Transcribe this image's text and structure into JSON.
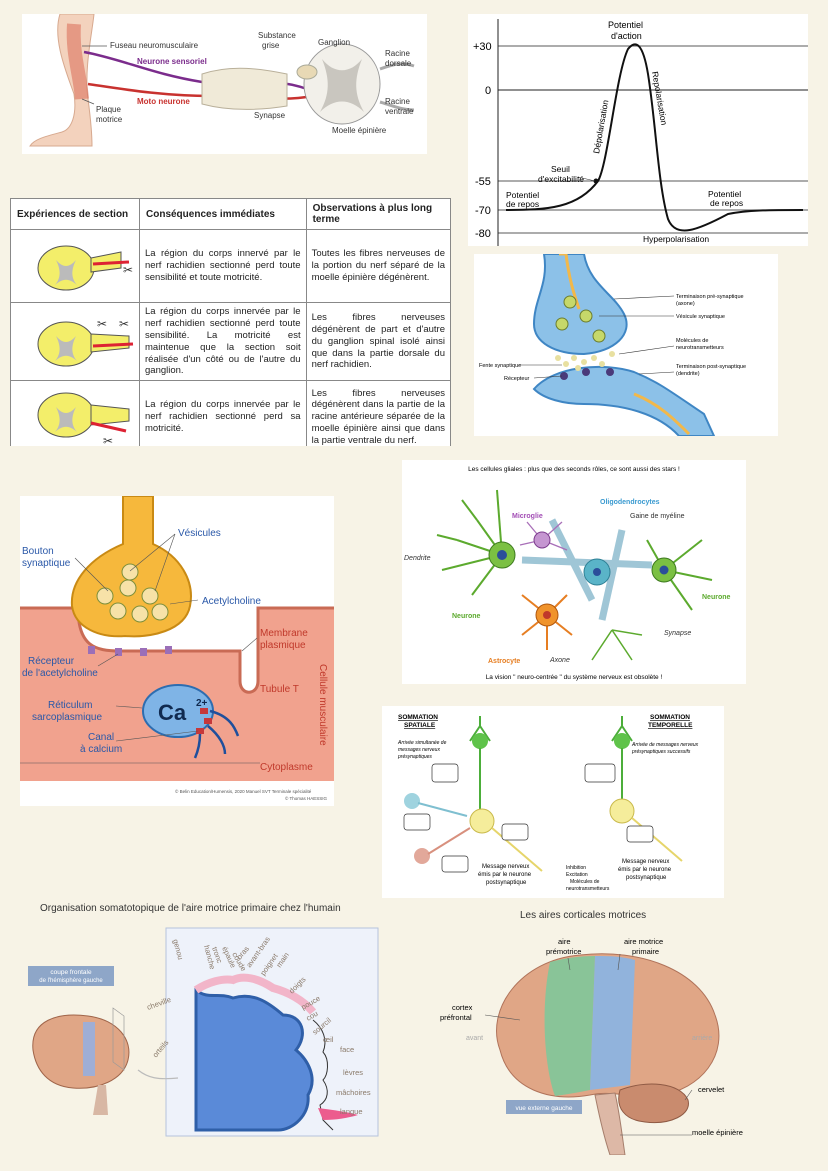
{
  "reflex": {
    "fuseau": "Fuseau neuromusculaire",
    "neurone_sensoriel": "Neurone sensoriel",
    "moto_neurone": "Moto neurone",
    "plaque": "Plaque",
    "motrice": "motrice",
    "substance": "Substance",
    "grise": "grise",
    "ganglion": "Ganglion",
    "racine_dorsale_1": "Racine",
    "racine_dorsale_2": "dorsale",
    "racine_ventrale_1": "Racine",
    "racine_ventrale_2": "ventrale",
    "synapse": "Synapse",
    "moelle": "Moelle épinière"
  },
  "action_potential": {
    "ticks": [
      "+30",
      "0",
      "-55",
      "-70",
      "-80"
    ],
    "peak_1": "Potentiel",
    "peak_2": "d'action",
    "depol": "Dépolarisation",
    "repol": "Repolarisation",
    "seuil_1": "Seuil",
    "seuil_2": "d'excitabilité",
    "repos_left_1": "Potentiel",
    "repos_left_2": "de repos",
    "repos_right_1": "Potentiel",
    "repos_right_2": "de repos",
    "hyper": "Hyperpolarisation",
    "curve_mv": [
      -70,
      -70,
      -55,
      30,
      -70,
      -80,
      -70
    ]
  },
  "section_table": {
    "headers": [
      "Expériences de section",
      "Conséquences immédiates",
      "Observations à plus long terme"
    ],
    "rows": [
      {
        "consequence": "La région du corps innervé par le nerf rachidien sectionné perd toute sensibilité et toute motricité.",
        "observation": "Toutes les fibres nerveuses de la portion du nerf séparé de la moelle épinière dégénèrent."
      },
      {
        "consequence": "La région du corps innervée par le nerf rachidien sectionné perd toute sensibilité. La motricité est maintenue que la section soit réalisée d'un côté ou de l'autre du ganglion.",
        "observation": "Les fibres nerveuses dégénèrent de part et d'autre du ganglion spinal isolé ainsi que dans la partie dorsale du nerf rachidien."
      },
      {
        "consequence": "La région du corps innervée par le nerf rachidien sectionné perd sa motricité.",
        "observation": "Les fibres nerveuses dégénèrent dans la partie de la racine antérieure séparée de la moelle épinière ainsi que dans la partie ventrale du nerf."
      }
    ]
  },
  "synapse": {
    "pre": "Terminaison pré-synaptique",
    "pre2": "(axone)",
    "vesicule": "Vésicule synaptique",
    "molecules": "Molécules de",
    "molecules2": "neurotransmetteurs",
    "post": "Terminaison post-synaptique",
    "post2": "(dendrite)",
    "fente": "Fente synaptique",
    "recepteur": "Récepteur"
  },
  "nmj": {
    "bouton_1": "Bouton",
    "bouton_2": "synaptique",
    "vesicules": "Vésicules",
    "acetylcholine": "Acetylcholine",
    "membrane_1": "Membrane",
    "membrane_2": "plasmique",
    "recepteur_1": "Récepteur",
    "recepteur_2": "de l'acetylcholine",
    "tubule": "Tubule T",
    "reticulum_1": "Réticulum",
    "reticulum_2": "sarcoplasmique",
    "canal_1": "Canal",
    "canal_2": "à calcium",
    "cytoplasme": "Cytoplasme",
    "cellule": "Cellule musculaire",
    "ca": "Ca",
    "ca_sup": "2+",
    "credit_1": "© Belin Education/Humensis, 2020 Manuel SVT Terminale spécialité",
    "credit_2": "© Thomas HAESSIG"
  },
  "glia": {
    "title": "Les cellules gliales : plus que des seconds rôles, ce sont aussi des stars !",
    "microglie": "Microglie",
    "oligo": "Oligodendrocytes",
    "gaine": "Gaine de myéline",
    "dendrite": "Dendrite",
    "neurone_left": "Neurone",
    "neurone_right": "Neurone",
    "synapse": "Synapse",
    "astrocyte": "Astrocyte",
    "axone": "Axone",
    "footer": "La vision \" neuro-centrée \" du système nerveux est obsolète !"
  },
  "sommation": {
    "spatiale_1": "SOMMATION",
    "spatiale_2": "SPATIALE",
    "temporelle_1": "SOMMATION",
    "temporelle_2": "TEMPORELLE",
    "spatiale_desc_1": "Arrivée simultanée de",
    "spatiale_desc_2": "messages nerveux",
    "spatiale_desc_3": "présynaptiques",
    "temporelle_desc_1": "Arrivée de messages nerveux",
    "temporelle_desc_2": "présynaptiques successifs",
    "msg_1": "Message nerveux",
    "msg_2": "émis par le neurone",
    "msg_3": "postsynaptique",
    "inhibition": "Inhibition",
    "excitation": "Excitation",
    "molecules_1": "Molécules de",
    "molecules_2": "neurotransmetteurs"
  },
  "somato": {
    "title": "Organisation somatotopique de l'aire motrice primaire chez l'humain",
    "coupe_1": "coupe frontale",
    "coupe_2": "de l'hémisphère gauche",
    "labels": [
      "genou",
      "hanche",
      "tronc",
      "épaule",
      "coude",
      "bras",
      "avant-bras",
      "poignet",
      "main",
      "doigts",
      "pouce",
      "cou",
      "sourcil",
      "œil",
      "face",
      "lèvres",
      "mâchoires",
      "langue",
      "cheville",
      "orteils"
    ]
  },
  "cortex": {
    "title": "Les aires corticales motrices",
    "premotrice_1": "aire",
    "premotrice_2": "prémotrice",
    "motrice_1": "aire motrice",
    "motrice_2": "primaire",
    "prefrontal_1": "cortex",
    "prefrontal_2": "préfrontal",
    "avant": "avant",
    "arriere": "arrière",
    "cervelet": "cervelet",
    "moelle": "moelle épinière",
    "vue": "vue externe gauche"
  },
  "colors": {
    "background": "#f7f3e6",
    "neurone_sensoriel": "#7b2c8c",
    "moto_neurone": "#c8322f",
    "cortex_premotrice": "#7fc89a",
    "cortex_motrice": "#8cb3e0"
  }
}
